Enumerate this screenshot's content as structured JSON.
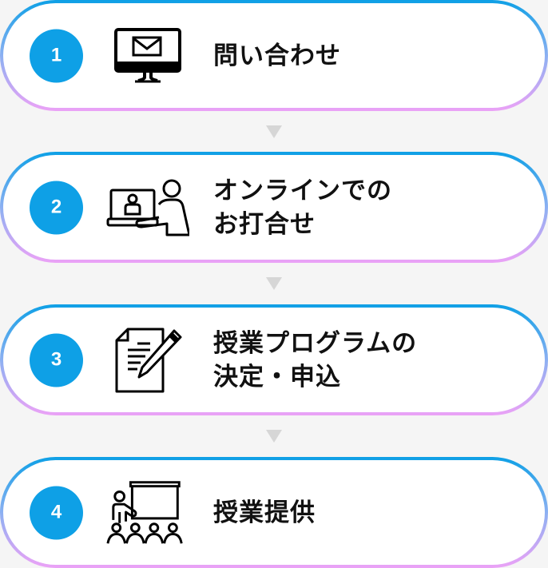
{
  "colors": {
    "background": "#f5f5f5",
    "accent_blue": "#0ea0e6",
    "border_gradient_top": "#0ea0e6",
    "border_gradient_bottom": "#eba2f6",
    "arrow": "#d6d6d6",
    "text": "#111111"
  },
  "steps": [
    {
      "number": "1",
      "icon": "monitor-mail-icon",
      "label": "問い合わせ"
    },
    {
      "number": "2",
      "icon": "online-meeting-icon",
      "label": "オンラインでの\nお打合せ"
    },
    {
      "number": "3",
      "icon": "document-pen-icon",
      "label": "授業プログラムの\n決定・申込"
    },
    {
      "number": "4",
      "icon": "teaching-class-icon",
      "label": "授業提供"
    }
  ],
  "connectors": [
    {
      "icon": "arrow-down-icon"
    },
    {
      "icon": "arrow-down-icon"
    },
    {
      "icon": "arrow-down-icon"
    }
  ]
}
